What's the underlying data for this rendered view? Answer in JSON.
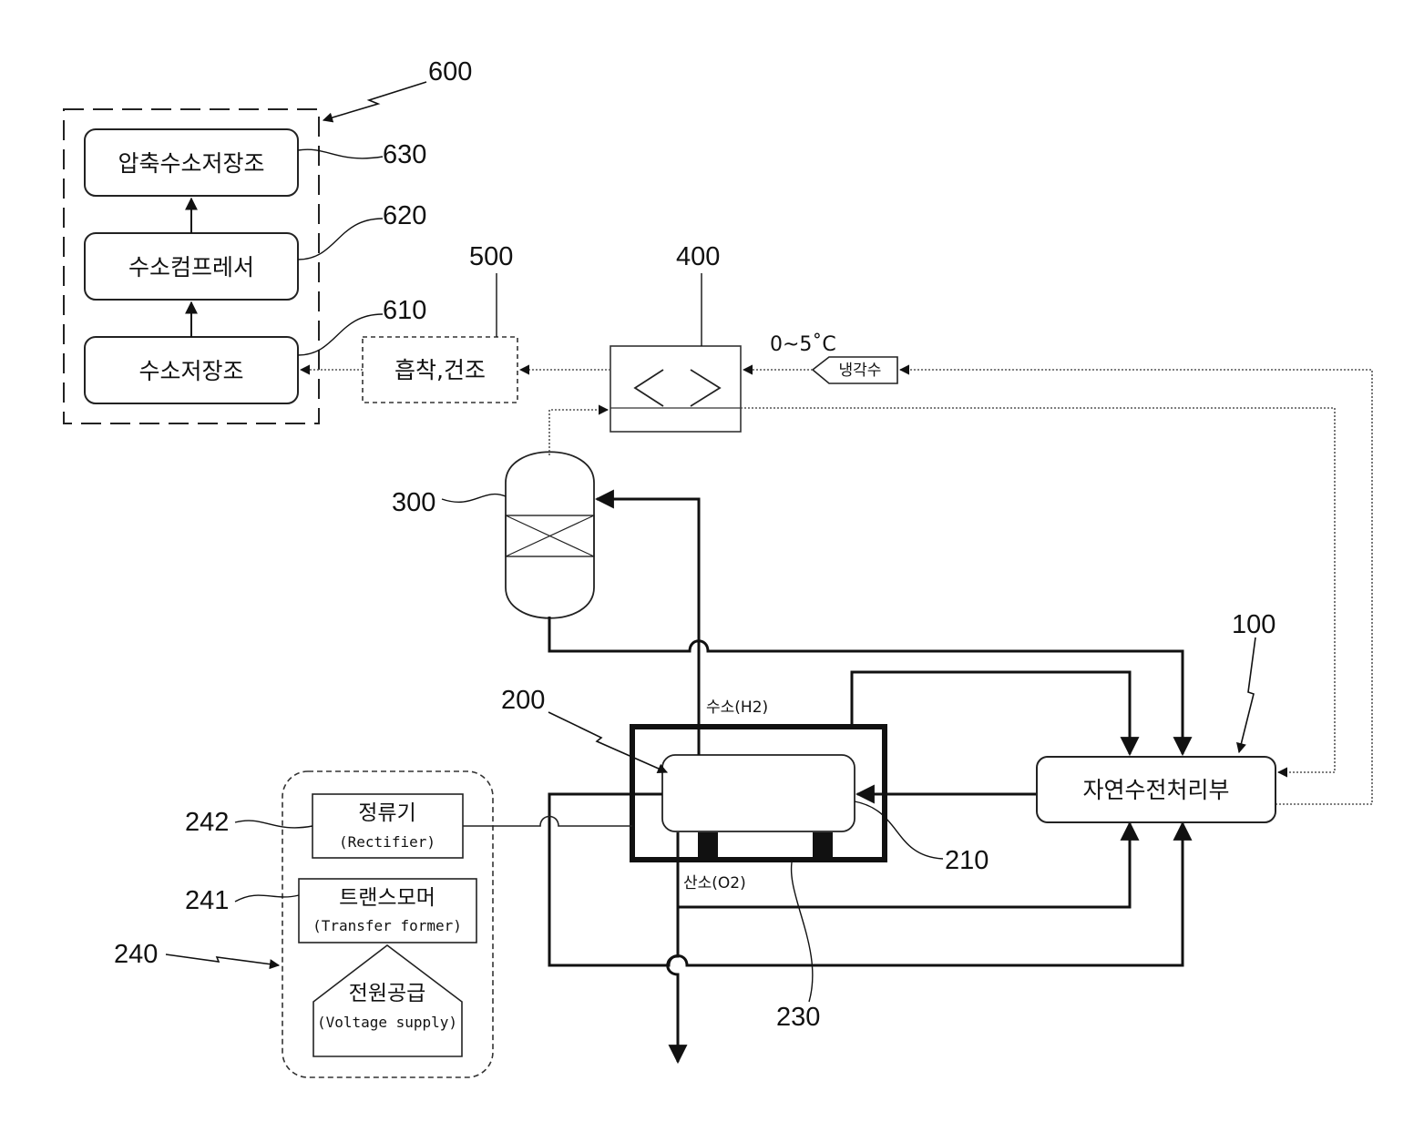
{
  "refs": {
    "r600": "600",
    "r630": "630",
    "r620": "620",
    "r610": "610",
    "r500": "500",
    "r400": "400",
    "r300": "300",
    "r100": "100",
    "r200": "200",
    "r210": "210",
    "r230": "230",
    "r242": "242",
    "r241": "241",
    "r240": "240"
  },
  "boxes": {
    "compressed_tank": "압축수소저장조",
    "compressor": "수소컴프레서",
    "hydrogen_tank": "수소저장조",
    "adsorption_drying": "흡착,건조",
    "water_treatment": "자연수전처리부",
    "rectifier": "정류기",
    "rectifier_en": "(Rectifier)",
    "transformer": "트랜스모머",
    "transformer_en": "(Transfer former)",
    "power_supply": "전원공급",
    "power_supply_en": "(Voltage supply)"
  },
  "flow_labels": {
    "coolant": "냉각수",
    "temperature": "0~5˚C",
    "hydrogen": "수소(H2)",
    "oxygen": "산소(O2)"
  }
}
